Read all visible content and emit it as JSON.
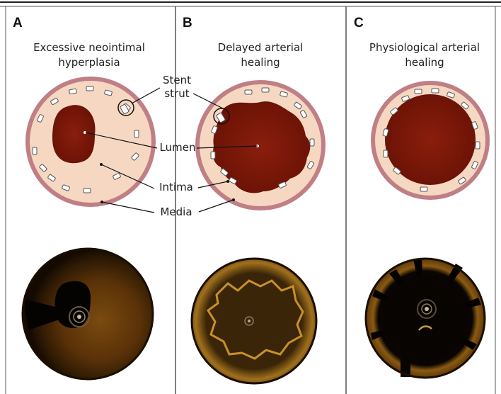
{
  "panels": [
    {
      "letter": "A",
      "title": "Excessive neointimal\nhyperplasia"
    },
    {
      "letter": "B",
      "title": "Delayed arterial\nhealing"
    },
    {
      "letter": "C",
      "title": "Physiological arterial\nhealing"
    }
  ],
  "labels": {
    "stent_strut": "Stent\nstrut",
    "lumen": "Lumen",
    "intima": "Intima",
    "media": "Media"
  },
  "colors": {
    "media": "#c07e85",
    "intima": "#f6d8c2",
    "lumen": "#7c1707",
    "frame": "#444444",
    "oct_background": "#1a0e04"
  }
}
